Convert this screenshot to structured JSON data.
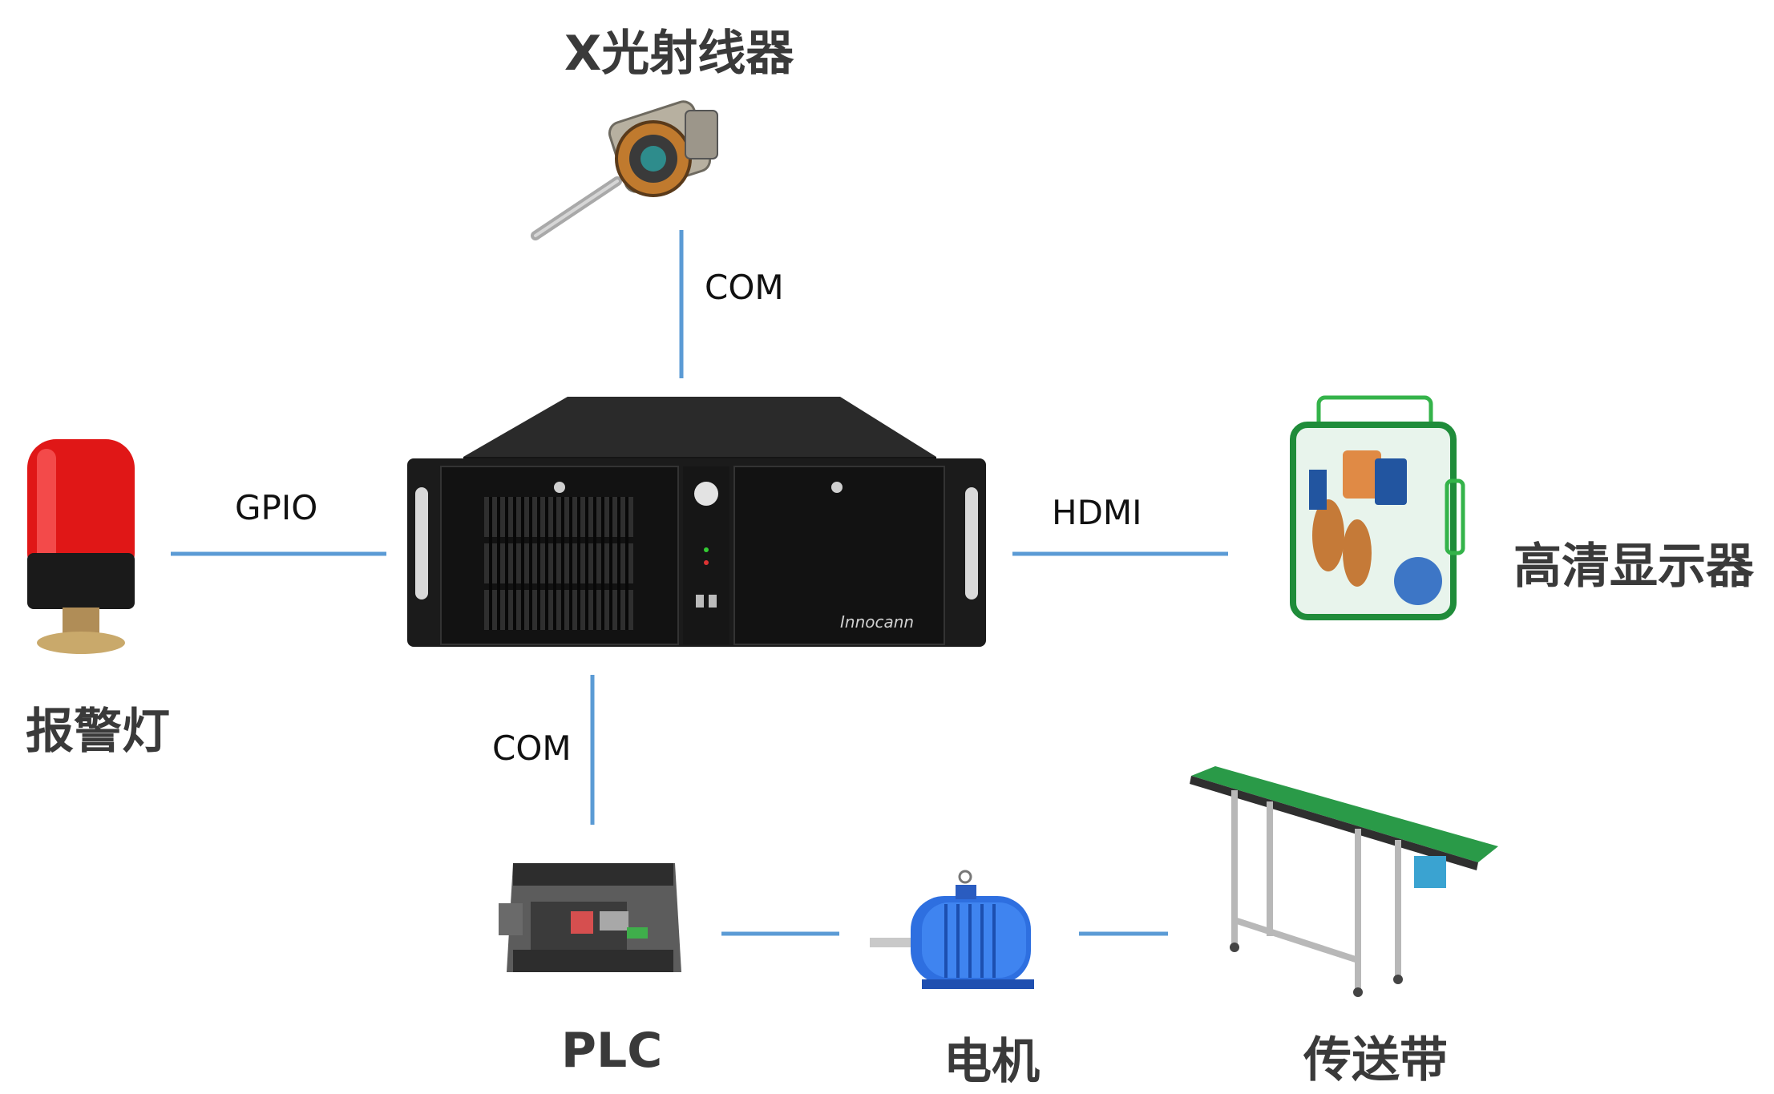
{
  "nodes": {
    "xray": "X光射线器",
    "alarm": "报警灯",
    "display": "高清显示器",
    "plc": "PLC",
    "motor": "电机",
    "conveyor": "传送带",
    "ipc_brand": "Innocann"
  },
  "connections": {
    "top": "COM",
    "left": "GPIO",
    "right": "HDMI",
    "bottom": "COM"
  },
  "colors": {
    "line": "#5b9bd5",
    "title": "#3a3a3a"
  }
}
